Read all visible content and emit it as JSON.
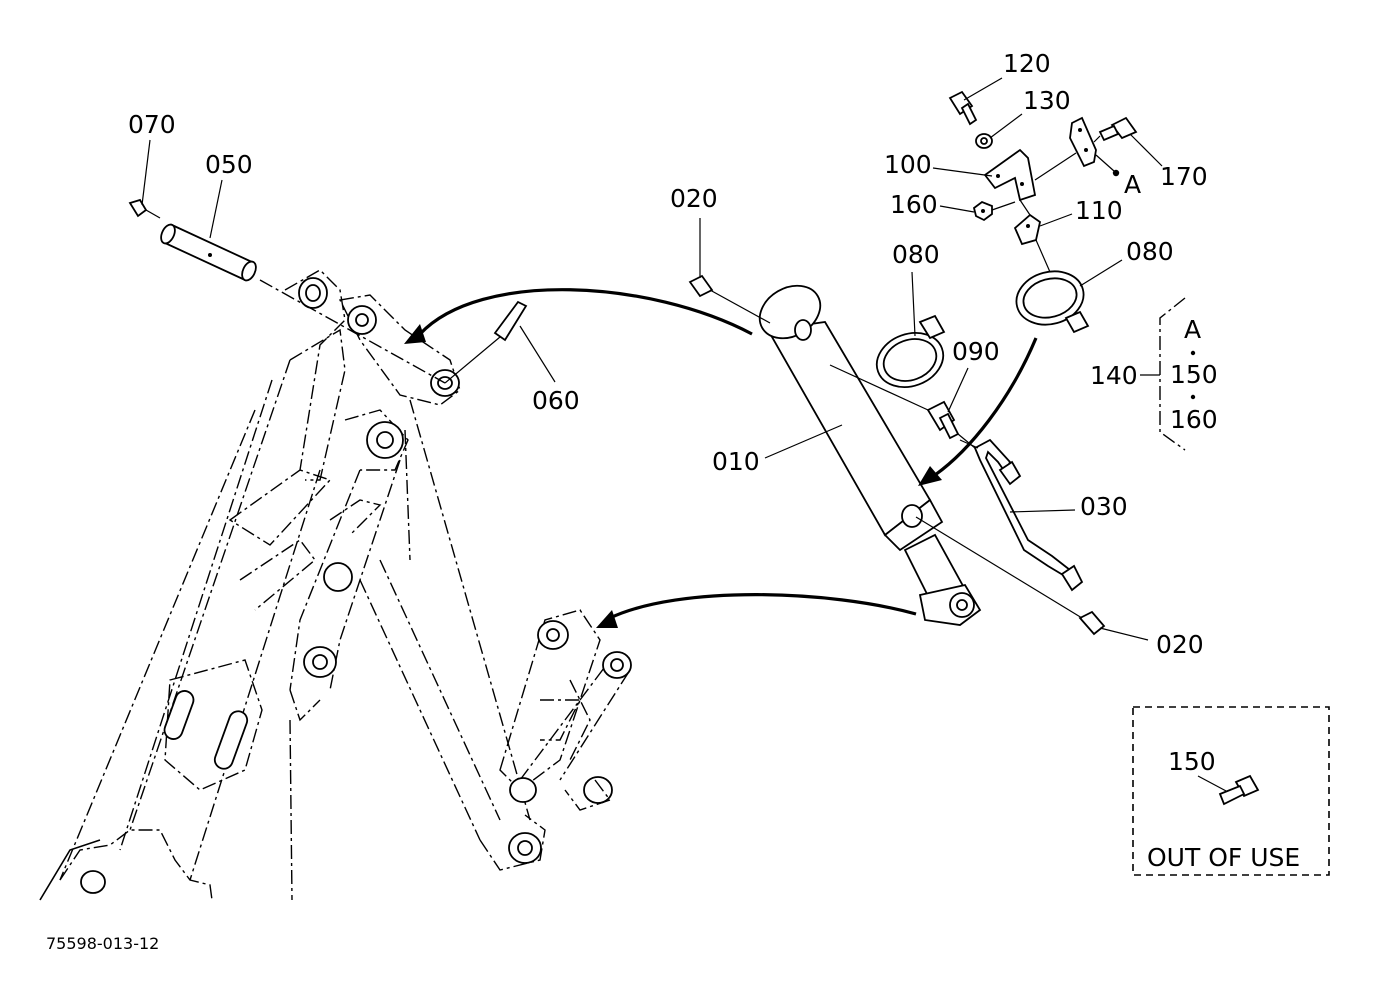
{
  "part_labels": {
    "p070": "070",
    "p050": "050",
    "p060": "060",
    "p020_top": "020",
    "p010": "010",
    "p120": "120",
    "p130": "130",
    "p100": "100",
    "p160": "160",
    "p110": "110",
    "p170": "170",
    "p080_left": "080",
    "p080_right": "080",
    "p090": "090",
    "p030": "030",
    "p020_bottom": "020",
    "point_a": "A"
  },
  "kit_group": {
    "number": "140",
    "item_a": "A",
    "item_1": "150",
    "item_2": "160"
  },
  "inset": {
    "part_number": "150",
    "note": "OUT OF USE"
  },
  "drawing_number": "75598-013-12"
}
